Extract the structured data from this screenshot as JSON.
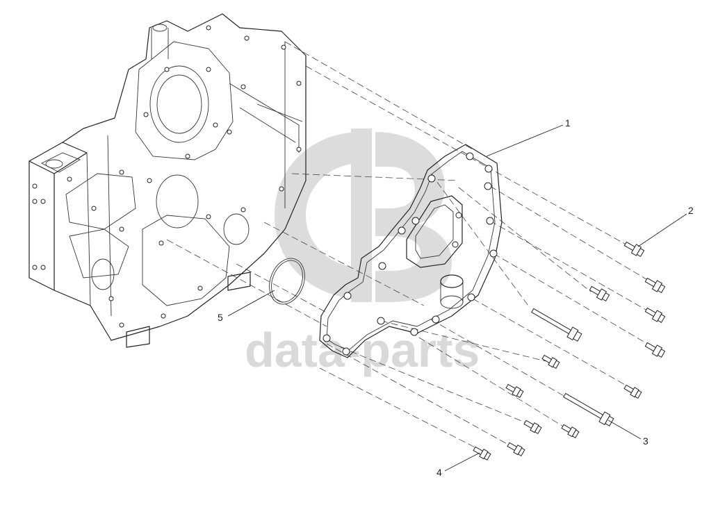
{
  "watermark": {
    "text": "data-parts",
    "color": "#d9d9d9"
  },
  "callouts": [
    {
      "id": "1",
      "label": "1"
    },
    {
      "id": "2",
      "label": "2"
    },
    {
      "id": "3",
      "label": "3"
    },
    {
      "id": "4",
      "label": "4"
    },
    {
      "id": "5",
      "label": "5"
    }
  ],
  "colors": {
    "line": "#222222",
    "watermark": "#d9d9d9",
    "background": "#ffffff"
  }
}
